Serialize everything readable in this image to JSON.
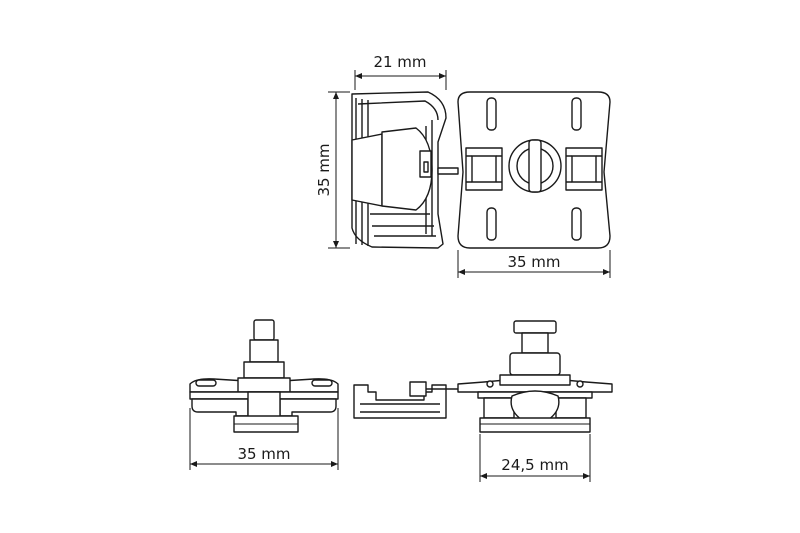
{
  "dimensions": {
    "top_width": "21 mm",
    "left_height": "35 mm",
    "front_width": "35 mm",
    "bottom_left_width": "35 mm",
    "bottom_right_width": "24,5 mm"
  },
  "colors": {
    "line": "#1a1a1a",
    "background": "#ffffff"
  }
}
